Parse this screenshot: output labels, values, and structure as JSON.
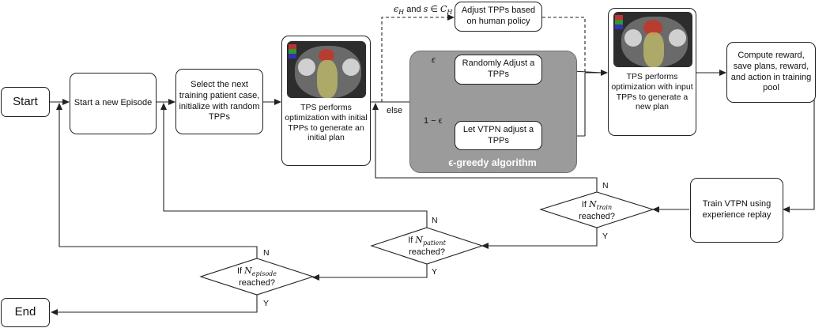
{
  "nodes": {
    "start": "Start",
    "end": "End",
    "new_episode": "Start a new Episode",
    "select_case": "Select the next training patient case, initialize with random TPPs",
    "tps_initial": "TPS performs optimization with initial TPPs to generate an initial plan",
    "adjust_human": "Adjust TPPs based on human policy",
    "random_adjust": "Randomly Adjust a TPPs",
    "vtpn_adjust": "Let VTPN adjust a TPPs",
    "tps_input": "TPS performs optimization with input TPPs to generate a new plan",
    "compute_reward": "Compute reward, save plans, reward, and action in training pool",
    "train_vtpn": "Train VTPN using experience replay",
    "greedy_title": "ϵ-greedy algorithm"
  },
  "decisions": {
    "n_train": {
      "prefix": "If ",
      "var": "N",
      "sub": "train",
      "suffix": "reached?"
    },
    "n_patient": {
      "prefix": "If ",
      "var": "N",
      "sub": "patient",
      "suffix": "reached?"
    },
    "n_episode": {
      "prefix": "If ",
      "var": "N",
      "sub": "episode",
      "suffix": "reached?"
    }
  },
  "edge_labels": {
    "condition_human": "ϵ_H and s ∈ C_H",
    "else": "else",
    "epsilon": "ϵ",
    "one_minus_epsilon": "1 − ϵ",
    "n": "N",
    "y": "Y"
  }
}
